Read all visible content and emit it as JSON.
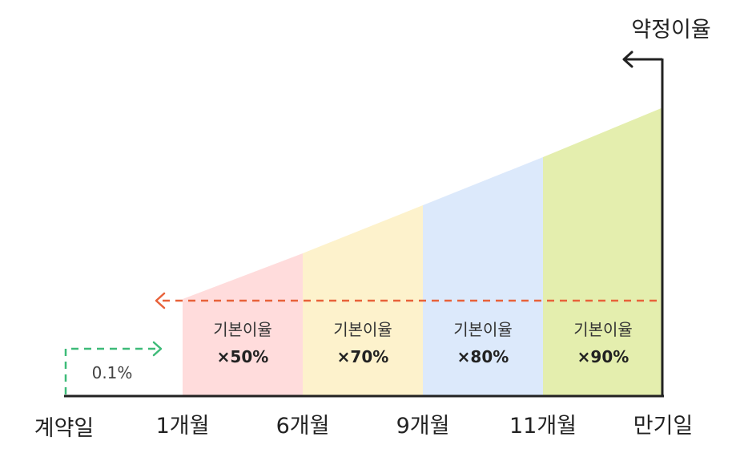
{
  "y_axis_title": "약정이율",
  "x_axis_labels": [
    "계약일",
    "1개월",
    "6개월",
    "9개월",
    "11개월",
    "만기일"
  ],
  "initial_rate_label": "0.1%",
  "segments": [
    {
      "line1": "기본이율",
      "line2": "×50%",
      "color": "#ffdcdc"
    },
    {
      "line1": "기본이율",
      "line2": "×70%",
      "color": "#fdf2cc"
    },
    {
      "line1": "기본이율",
      "line2": "×80%",
      "color": "#dce9fb"
    },
    {
      "line1": "기본이율",
      "line2": "×90%",
      "color": "#e4eeae"
    }
  ],
  "colors": {
    "axis": "#222222",
    "green_arrow": "#3dbb78",
    "orange_arrow": "#e8623a"
  }
}
